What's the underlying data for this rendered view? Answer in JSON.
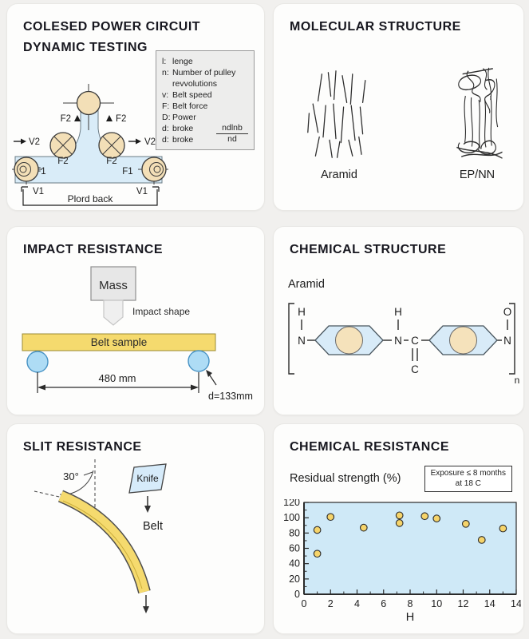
{
  "panels": {
    "dynamic_testing": {
      "title_line1": "COLESED POWER CIRCUIT",
      "title_line2": "DYNAMIC TESTING",
      "legend": {
        "items": [
          {
            "k": "l:",
            "v": "lenge"
          },
          {
            "k": "n:",
            "v": "Number of pulley revvolutions"
          },
          {
            "k": "v:",
            "v": "Belt speed"
          },
          {
            "k": "F:",
            "v": "Belt force"
          },
          {
            "k": "D:",
            "v": "Power"
          },
          {
            "k": "d:",
            "v": "broke"
          },
          {
            "k": "d:",
            "v": "broke"
          }
        ],
        "fraction": {
          "top": "ndlnb",
          "bottom": "nd"
        }
      },
      "labels": {
        "f2": "F2",
        "f1": "F1",
        "v1": "V1",
        "v2": "V2",
        "bottom": "Plord back"
      }
    },
    "molecular": {
      "title": "MOLECULAR STRUCTURE",
      "left_label": "Aramid",
      "right_label": "EP/NN"
    },
    "impact": {
      "title": "IMPACT RESISTANCE",
      "mass": "Mass",
      "impact_shape": "Impact shape",
      "belt_sample": "Belt sample",
      "span_label": "480 mm",
      "diameter_label": "d=133mm"
    },
    "chemical_structure": {
      "title": "CHEMICAL STRUCTURE",
      "polymer": "Aramid",
      "atoms": {
        "h": "H",
        "n": "N",
        "c": "C",
        "o": "O"
      },
      "subscript": "n"
    },
    "slit": {
      "title": "SLIT RESISTANCE",
      "angle": "30°",
      "knife": "Knife",
      "belt": "Belt"
    },
    "chemical_resistance": {
      "title": "CHEMICAL RESISTANCE",
      "ylabel": "Residual strength (%)",
      "note_line1": "Exposure ≤ 8 months",
      "note_line2": "at 18 C",
      "xlabel": "H"
    }
  },
  "chart_data": {
    "type": "scatter",
    "title": "CHEMICAL RESISTANCE",
    "xlabel": "H",
    "ylabel": "Residual strength (%)",
    "annotation": "Exposure ≤ 8 months at 18 C",
    "xlim": [
      0,
      16
    ],
    "ylim": [
      0,
      120
    ],
    "x_tick_labels": [
      "0",
      "2",
      "4",
      "6",
      "8",
      "10",
      "12",
      "14",
      "14"
    ],
    "y_ticks": [
      0,
      20,
      40,
      60,
      80,
      100,
      120
    ],
    "points": [
      [
        1,
        53
      ],
      [
        1,
        84
      ],
      [
        2,
        101
      ],
      [
        4.5,
        87
      ],
      [
        7.2,
        103
      ],
      [
        7.2,
        93
      ],
      [
        9.1,
        102
      ],
      [
        10,
        99
      ],
      [
        12.2,
        92
      ],
      [
        13.4,
        71
      ],
      [
        15,
        86
      ]
    ],
    "grid": false,
    "plot_bg": "#cfe9f7",
    "point_color": "#f6d46a",
    "axis_color": "#2a2a2a"
  },
  "colors": {
    "pulley_fill": "#f3dfb7",
    "belt_blue": "#d9ecf8",
    "belt_yellow": "#f5da6e",
    "roller_blue": "#aedcf5",
    "mass_gray": "#e7e7e7",
    "knife_blue": "#d6ebfa"
  }
}
